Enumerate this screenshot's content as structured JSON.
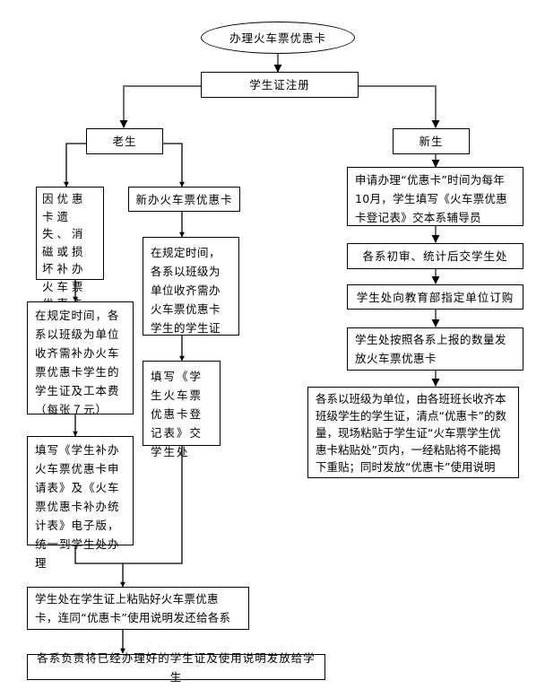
{
  "flowchart": {
    "title": "办理火车票优惠卡",
    "nodes": {
      "start": "办理火车票优惠卡",
      "register": "学生证注册",
      "old_student": "老生",
      "new_student": "新生",
      "old_lost": "因优惠卡遗失、消磁或损坏补办火车票优惠卡",
      "old_new": "新办火车票优惠卡",
      "old_lost_collect": "在规定时间，各系以班级为单位收齐需补办火车票优惠卡学生的学生证及工本费（每张７元）",
      "old_lost_form": "填写《学生补办火车票优惠卡申请表》及《火车票优惠卡补办统计表》电子版，统一到学生处办理",
      "old_new_collect": "在规定时间，各系以班级为单位收齐需办火车票优惠卡学生的学生证",
      "old_new_form": "填写《学生火车票优惠卡登记表》交学生处",
      "new_apply": "申请办理“优惠卡”时间为每年10月，学生填写《火车票优惠卡登记表》交本系辅导员",
      "new_review": "各系初审、统计后交学生处",
      "new_order": "学生处向教育部指定单位订购",
      "new_issue": "学生处按照各系上报的数量发放火车票优惠卡",
      "new_distribute": "各系以班级为单位，由各班班长收齐本班级学生的学生证，清点“优惠卡”的数量，现场粘贴于学生证“火车票学生优惠卡粘贴处”页内，一经粘贴将不能揭下重贴；同时发放“优惠卡”使用说明",
      "old_paste": "学生处在学生证上粘贴好火车票优惠卡，连同“优惠卡”使用说明发还给各系",
      "old_final": "各系负责将已经办理好的学生证及使用说明发放给学生"
    }
  }
}
